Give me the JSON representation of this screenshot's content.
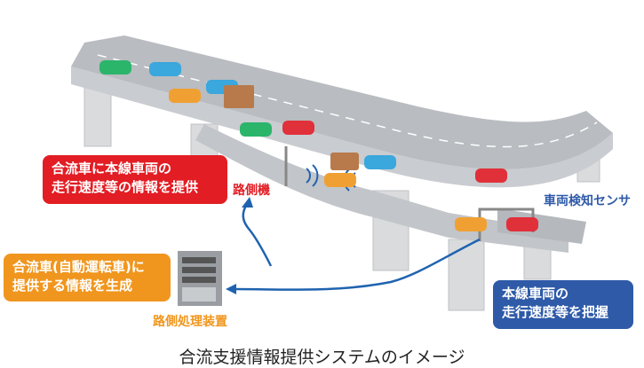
{
  "boxes": {
    "merge_info": {
      "line1": "合流車に本線車両の",
      "line2": "走行速度等の情報を提供"
    },
    "generate_info": {
      "line1": "合流車(自動運転車)に",
      "line2": "提供する情報を生成"
    },
    "detect_info": {
      "line1": "本線車両の",
      "line2": "走行速度等を把握"
    }
  },
  "labels": {
    "roadside_unit": "路側機",
    "vehicle_sensor": "車両検知センサ",
    "roadside_processor": "路側処理装置"
  },
  "caption": "合流支援情報提供システムのイメージ",
  "colors": {
    "red": "#e21d24",
    "orange": "#f0961e",
    "blue": "#2e5aa8",
    "arrow": "#1f63b0"
  }
}
